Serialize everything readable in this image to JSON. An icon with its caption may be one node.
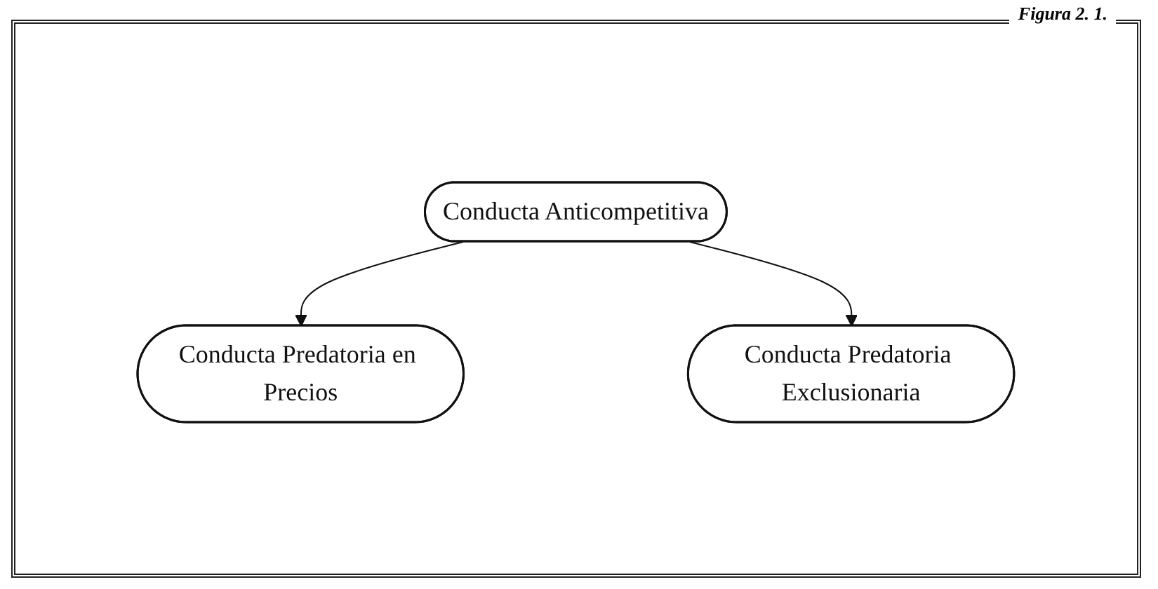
{
  "diagram": {
    "caption": "Figura 2. 1.",
    "nodes": [
      {
        "text": [
          "Conducta Anticompetitiva"
        ]
      },
      {
        "text": [
          "Conducta Predatoria en Precios"
        ]
      },
      {
        "text": [
          "Conducta Predatoria Exclusionaria"
        ]
      }
    ],
    "edges": [
      {
        "from": 0,
        "to": 1,
        "arrow": "to"
      },
      {
        "from": 0,
        "to": 2,
        "arrow": "to"
      }
    ]
  }
}
